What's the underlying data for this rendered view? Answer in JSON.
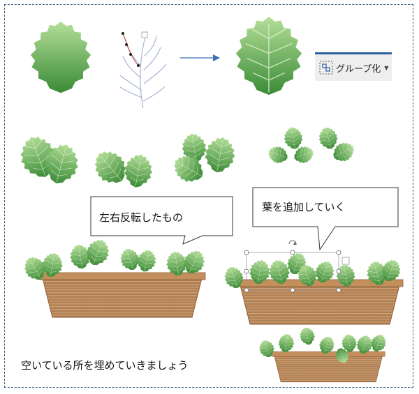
{
  "group_button": {
    "label": "グループ化",
    "icon": "group-icon"
  },
  "callouts": {
    "flipped": "左右反転したもの",
    "add_leaves": "葉を追加していく"
  },
  "instruction": "空いている所を埋めていきましょう",
  "colors": {
    "leaf_light": "#a9d88e",
    "leaf_dark": "#3e8f3a",
    "pot_light": "#c99a6a",
    "pot_dark": "#8a5a32",
    "frame": "#3f5a7a",
    "arrow": "#3b6fb6"
  }
}
